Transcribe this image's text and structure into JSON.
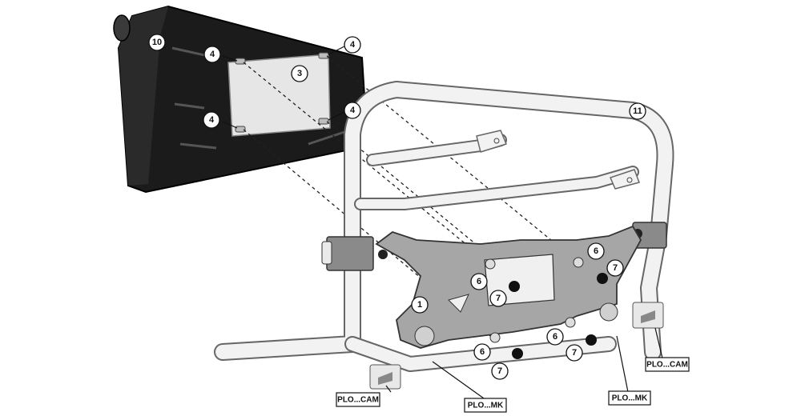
{
  "callouts": {
    "case": "10",
    "plate": "3",
    "screw_top_left": "4",
    "screw_top_right": "4",
    "screw_bottom_left": "4",
    "screw_bottom_right": "4",
    "frame": "11",
    "plate_mount": "1",
    "washer_a": "6",
    "washer_b": "6",
    "washer_c": "6",
    "washer_d": "6",
    "nut_a": "7",
    "nut_b": "7",
    "nut_c": "7",
    "nut_d": "7"
  },
  "tags": {
    "cam_left": "PLO...CAM",
    "mk_left": "PLO...MK",
    "mk_right": "PLO...MK",
    "cam_right": "PLO...CAM"
  }
}
